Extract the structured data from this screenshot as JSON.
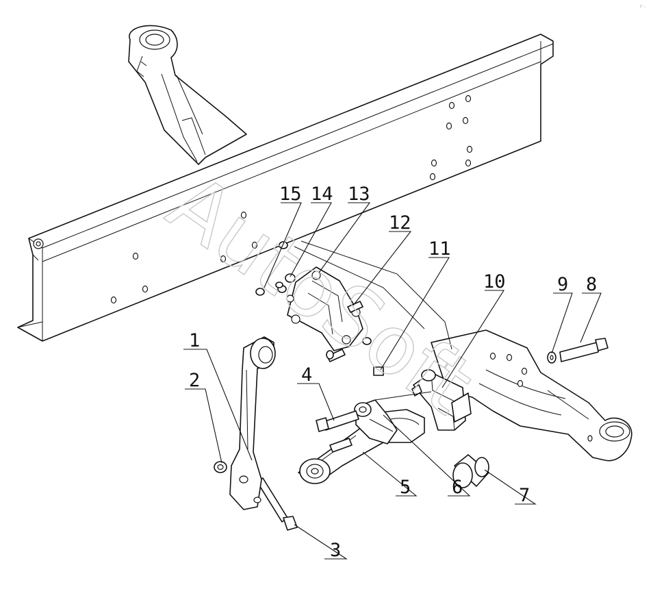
{
  "diagram": {
    "watermark": "AutoSoft",
    "corner_mark": "r-",
    "callouts": [
      {
        "id": "1",
        "label": "1"
      },
      {
        "id": "2",
        "label": "2"
      },
      {
        "id": "3",
        "label": "3"
      },
      {
        "id": "4",
        "label": "4"
      },
      {
        "id": "5",
        "label": "5"
      },
      {
        "id": "6",
        "label": "6"
      },
      {
        "id": "7",
        "label": "7"
      },
      {
        "id": "8",
        "label": "8"
      },
      {
        "id": "9",
        "label": "9"
      },
      {
        "id": "10",
        "label": "10"
      },
      {
        "id": "11",
        "label": "11"
      },
      {
        "id": "12",
        "label": "12"
      },
      {
        "id": "13",
        "label": "13"
      },
      {
        "id": "14",
        "label": "14"
      },
      {
        "id": "15",
        "label": "15"
      }
    ]
  }
}
